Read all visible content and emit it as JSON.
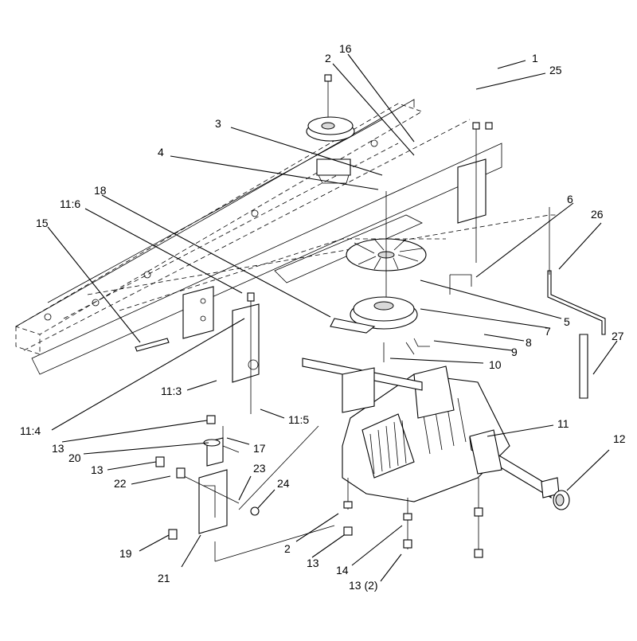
{
  "diagram": {
    "callouts": {
      "c1": "1",
      "c25": "25",
      "c16": "16",
      "c2_top": "2",
      "c3": "3",
      "c4": "4",
      "c18": "18",
      "c11_6": "11:6",
      "c15": "15",
      "c6": "6",
      "c26": "26",
      "c5": "5",
      "c7": "7",
      "c8": "8",
      "c9": "9",
      "c10": "10",
      "c27": "27",
      "c11_3": "11:3",
      "c11_4": "11:4",
      "c11_5": "11:5",
      "c11": "11",
      "c12": "12",
      "c13_a": "13",
      "c17": "17",
      "c20": "20",
      "c13_b": "13",
      "c23": "23",
      "c22": "22",
      "c24": "24",
      "c2_bottom": "2",
      "c19": "19",
      "c13_c": "13",
      "c21": "21",
      "c14": "14",
      "c13_2": "13 (2)"
    }
  }
}
